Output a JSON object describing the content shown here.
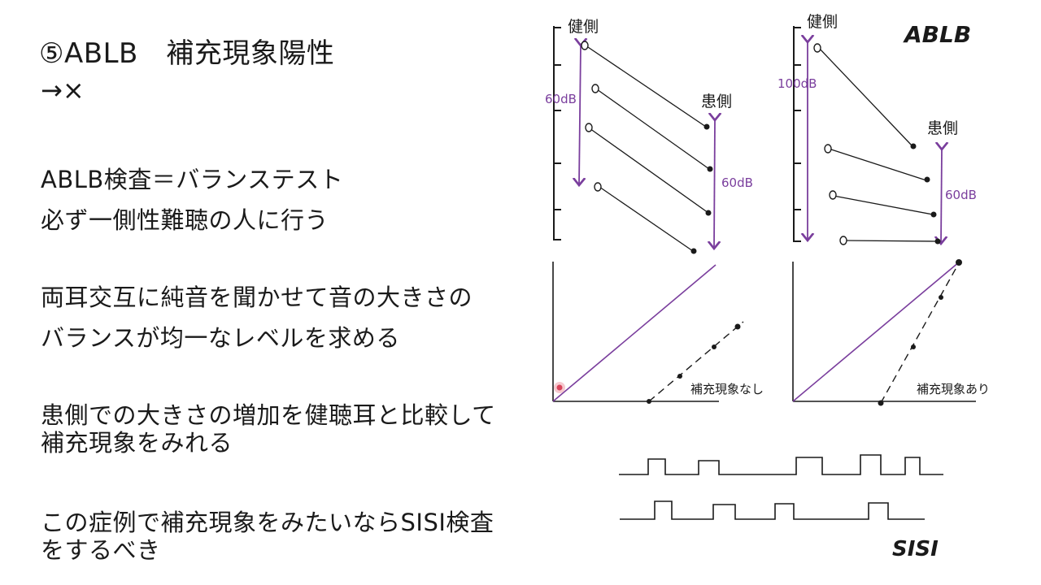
{
  "slide": {
    "title": "⑤ABLB　補充現象陽性",
    "arrow": "→×",
    "lines": [
      "ABLB検査＝バランステスト",
      "必ず一側性難聴の人に行う",
      "両耳交互に純音を聞かせて音の大きさの",
      "バランスが均一なレベルを求める",
      "患側での大きさの増加を健聴耳と比較して",
      "補充現象をみれる",
      "この症例で補充現象をみたいならSISI検査",
      "をするべき"
    ]
  },
  "figure": {
    "left_panel": {
      "healthy_label": "健側",
      "affected_label": "患側",
      "healthy_range": "60dB",
      "affected_range": "60dB",
      "caption": "補充現象なし"
    },
    "right_panel": {
      "healthy_label": "健側",
      "affected_label": "患側",
      "healthy_range": "100dB",
      "affected_range": "60dB",
      "caption": "補充現象あり"
    },
    "handwritten_top": "ABLB",
    "handwritten_bottom": "SISI"
  },
  "colors": {
    "ink": "#1a1a1a",
    "purple": "#7a3e9d",
    "pointer": "#d9445a"
  }
}
